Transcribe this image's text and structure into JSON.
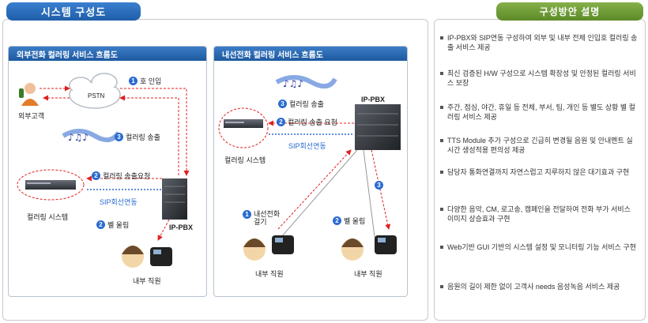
{
  "left_title": "시스템 구성도",
  "right_title": "구성방안 설명",
  "external": {
    "header": "외부전화 컬러링 서비스 흐름도",
    "pstn": "PSTN",
    "customer": "외부고객",
    "ringback_system": "컬러링 시스템",
    "pbx": "IP-PBX",
    "employee": "내부 직원",
    "sip_link": "SIP회선연동",
    "steps": [
      {
        "num": "1",
        "label": "호 인입"
      },
      {
        "num": "2",
        "label": "컬러링 송출요청"
      },
      {
        "num": "3",
        "label": "컬러링 송출"
      },
      {
        "num": "2",
        "label": "벨 울림"
      }
    ]
  },
  "internal": {
    "header": "내선전화 컬러링 서비스 흐름도",
    "pbx": "IP-PBX",
    "ringback_system": "컬러링 시스템",
    "sip_link": "SIP회선연동",
    "caller": "내부 직원",
    "callee": "내부 직원",
    "steps": [
      {
        "num": "3",
        "label": "컬러링 송출"
      },
      {
        "num": "2",
        "label": "컬러링 송출 요청"
      },
      {
        "num": "1",
        "label": "내선전화\n걸기"
      },
      {
        "num": "2",
        "label": "벨 울림"
      },
      {
        "num": "3",
        "label": ""
      }
    ]
  },
  "bullets": [
    "IP-PBX와 SIP연동 구성하여 외부 및 내부 전체 인입호 컬러링 송출 서비스 제공",
    "최신 검증된 H/W 구성으로 시스템 확장성 및 안정된 컬러링 서비스 보장",
    "주간, 점심, 야간, 휴일 등 전체, 부서, 팀, 개인 등 별도 상황 별 컬러링 서비스 제공",
    "TTS Module 추가 구성으로 긴급히 변경될 음원 및 안내멘트 실시간 생성적용 편의성 제공",
    "담당자 통화연결까지 자연스럽고 지루하지 않은 대기효과 구현",
    "다양한 음악, CM, 로고송, 캠페인을 전달하여 전화 부가 서비스 이미지 상승효과 구현",
    "Web기반 GUI 기반의 시스템 설정 및 모니터링 기능 서비스 구현",
    "음원의 길이 제한 없이 고객사 needs 음성녹음 서비스 제공"
  ]
}
